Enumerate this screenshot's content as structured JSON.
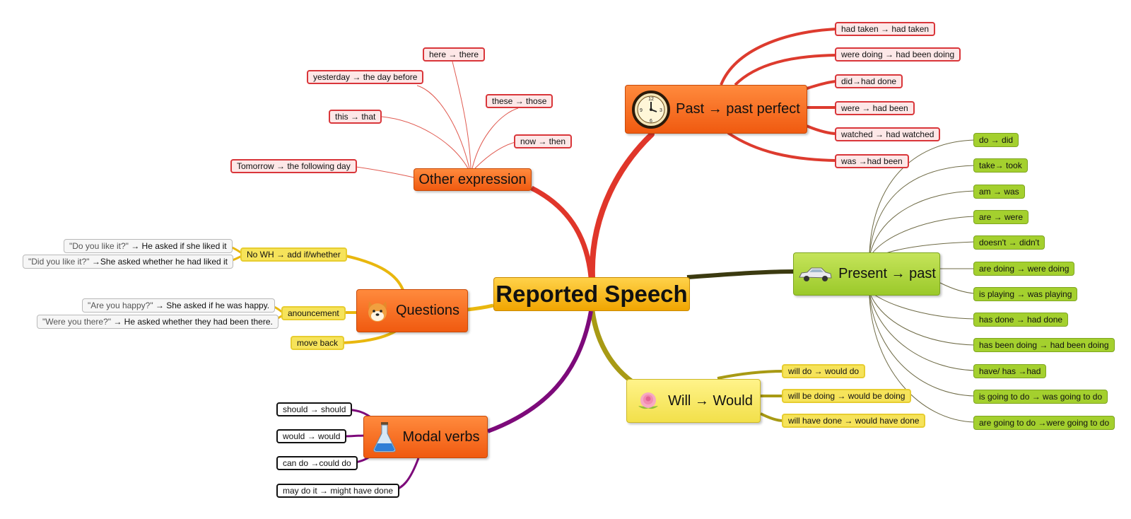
{
  "central": {
    "label": "Reported Speech"
  },
  "nodes": {
    "past": {
      "label": "Past  → past perfect",
      "icon": "clock-icon"
    },
    "present": {
      "label": "Present → past",
      "icon": "car-icon"
    },
    "will": {
      "label": "Will → Would",
      "icon": "rose-icon"
    },
    "modal": {
      "label": "Modal verbs",
      "icon": "flask-icon"
    },
    "questions": {
      "label": "Questions",
      "icon": "dog-face-icon"
    },
    "other": {
      "label": "Other expression"
    }
  },
  "past_leaves": [
    "had taken → had taken",
    "were doing → had been doing",
    "did→had done",
    "were → had been",
    "watched → had watched",
    "was →had been"
  ],
  "present_leaves": [
    "do → did",
    "take→ took",
    "am → was",
    "are → were",
    "doesn't → didn't",
    "are doing → were doing",
    "is playing → was playing",
    "has done → had done",
    "has been doing → had been doing",
    "have/ has →had",
    "is going to do → was going to do",
    "are going to do →were going to do"
  ],
  "will_leaves": [
    "will do → would do",
    "will be doing → would be doing",
    "will have done → would have done"
  ],
  "modal_leaves": [
    "should → should",
    "would → would",
    "can do  →could do",
    "may do it → might have done"
  ],
  "other_leaves": [
    "here → there",
    "yesterday → the day before",
    "these → those",
    "this → that",
    "now → then",
    "Tomorrow → the following day"
  ],
  "questions": {
    "no_wh": {
      "label": "No WH → add if/whether",
      "examples": [
        {
          "quote": "\"Do you like it?\"",
          "rest": " → He asked if she liked it"
        },
        {
          "quote": "\"Did you like it?\"",
          "rest": " →She asked whether he had liked it"
        }
      ]
    },
    "anouncement": {
      "label": "anouncement",
      "examples": [
        {
          "quote": "\"Are you happy?\"",
          "rest": " → She asked if he was happy."
        },
        {
          "quote": "\"Were you there?\"",
          "rest": " → He asked whether they had been there."
        }
      ]
    },
    "move_back": {
      "label": "move back"
    }
  },
  "colors": {
    "past_branch": "#e0362a",
    "present_branch": "#3b3a10",
    "will_branch": "#a89a14",
    "modal_branch": "#7d0a7a",
    "questions_branch": "#e9b70e",
    "other_branch": "#d93a22"
  }
}
